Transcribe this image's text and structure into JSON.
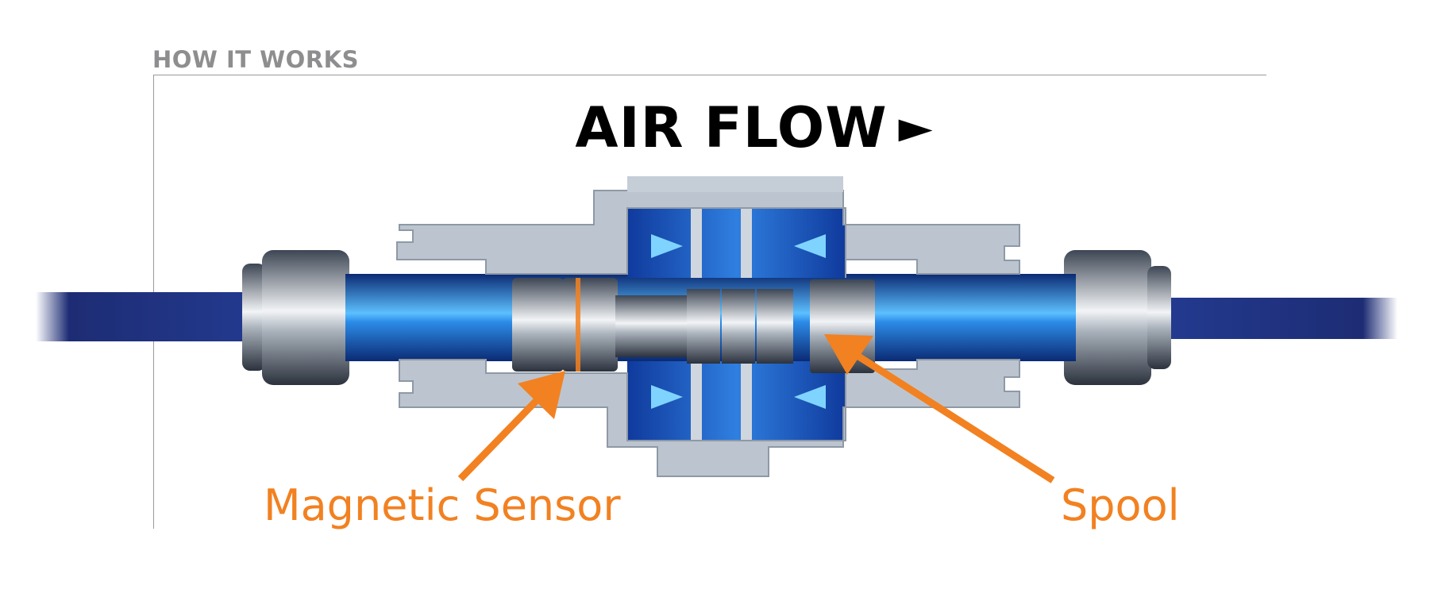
{
  "header": {
    "kicker": "HOW IT WORKS"
  },
  "diagram": {
    "title": "AIR FLOW",
    "title_arrow": "►",
    "labels": {
      "sensor": "Magnetic Sensor",
      "spool": "Spool"
    },
    "colors": {
      "accent": "#f28121",
      "steel": "#b9c3cc",
      "flow_blue": "#1f5fc7",
      "pipe": "#1d2c74"
    }
  }
}
